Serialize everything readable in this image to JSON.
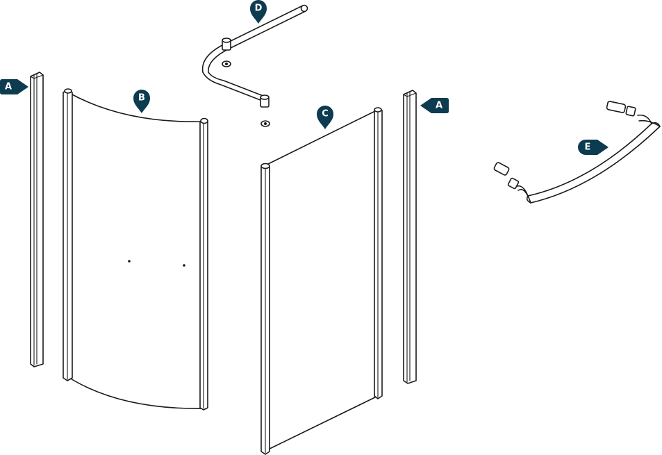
{
  "callouts": {
    "a_left": {
      "letter": "A"
    },
    "b": {
      "letter": "B"
    },
    "d": {
      "letter": "D"
    },
    "c": {
      "letter": "C"
    },
    "a_right": {
      "letter": "A"
    },
    "e": {
      "letter": "E"
    }
  },
  "colors": {
    "callout_fill": "#0d3b4f",
    "line": "#1a1a1a",
    "background": "#ffffff"
  }
}
